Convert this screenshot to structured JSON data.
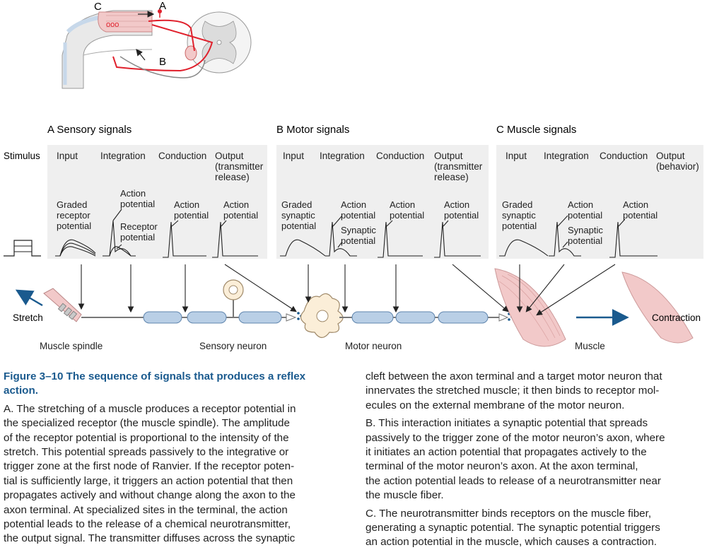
{
  "diagram": {
    "top_labels": {
      "c": "C",
      "a": "A",
      "b": "B"
    },
    "panels": [
      {
        "title": "A  Sensory signals",
        "headers": [
          "Input",
          "Integration",
          "Conduction",
          "Output"
        ],
        "output_note": [
          "(transmitter",
          "release)"
        ],
        "signals": {
          "input": [
            "Graded",
            "receptor",
            "potential"
          ],
          "integration_ap": [
            "Action",
            "potential"
          ],
          "integration_sub": [
            "Receptor",
            "potential"
          ],
          "conduction": [
            "Action",
            "potential"
          ],
          "output": [
            "Action",
            "potential"
          ]
        }
      },
      {
        "title": "B  Motor signals",
        "headers": [
          "Input",
          "Integration",
          "Conduction",
          "Output"
        ],
        "output_note": [
          "(transmitter",
          "release)"
        ],
        "signals": {
          "input": [
            "Graded",
            "synaptic",
            "potential"
          ],
          "integration_ap": [
            "Action",
            "potential"
          ],
          "integration_sub": [
            "Synaptic",
            "potential"
          ],
          "conduction": [
            "Action",
            "potential"
          ],
          "output": [
            "Action",
            "potential"
          ]
        }
      },
      {
        "title": "C  Muscle signals",
        "headers": [
          "Input",
          "Integration",
          "Conduction",
          "Output"
        ],
        "output_note": [
          "(behavior)"
        ],
        "signals": {
          "input": [
            "Graded",
            "synaptic",
            "potential"
          ],
          "integration_ap": [
            "Action",
            "potential"
          ],
          "integration_sub": [
            "Synaptic",
            "potential"
          ]
        },
        "conduction": [
          "Action",
          "potential"
        ]
      }
    ],
    "stimulus_label": "Stimulus",
    "stretch_label": "Stretch",
    "contraction_label": "Contraction",
    "bottom_labels": {
      "muscle_spindle": "Muscle spindle",
      "sensory_neuron": "Sensory neuron",
      "motor_neuron": "Motor neuron",
      "muscle": "Muscle"
    },
    "colors": {
      "panel_bg": "#efefef",
      "axon_blue": "#b9cfe6",
      "arrow_blue": "#1a5a8e",
      "muscle_pink": "#f2c9c9",
      "reflex_red": "#e0202c",
      "neuron_cream": "#fbeed8"
    }
  },
  "caption": {
    "fig_num": "Figure 3–10",
    "title_rest": "The sequence of signals that produces a reflex",
    "title_line2": "action.",
    "left_lines": [
      "A. The stretching of a muscle produces a receptor potential in",
      "the specialized receptor (the muscle spindle). The amplitude",
      "of the receptor potential is proportional to the intensity of the",
      "stretch. This potential spreads passively to the integrative or",
      "trigger zone at the first node of Ranvier. If the receptor poten-",
      "tial is sufficiently large, it triggers an action potential that then",
      "propagates actively and without change along the axon to the",
      "axon terminal. At specialized sites in the terminal, the action",
      "potential leads to the release of a chemical neurotransmitter,",
      "the output signal. The transmitter diffuses across the synaptic"
    ],
    "right_lines_1": [
      "cleft between the axon terminal and a target motor neuron that",
      "innervates the stretched muscle; it then binds to receptor mol-",
      "ecules on the external membrane of the motor neuron."
    ],
    "right_lines_2": [
      "B. This interaction initiates a synaptic potential that spreads",
      "passively to the trigger zone of the motor neuron’s axon, where",
      "it initiates an action potential that propagates actively to the",
      "terminal of the motor neuron’s axon. At the axon terminal,",
      "the action potential leads to release of a neurotransmitter near",
      "the muscle fiber."
    ],
    "right_lines_3": [
      "C. The neurotransmitter binds receptors on the muscle fiber,",
      "generating a synaptic potential. The synaptic potential triggers",
      "an action potential in the muscle, which causes a contraction."
    ]
  }
}
